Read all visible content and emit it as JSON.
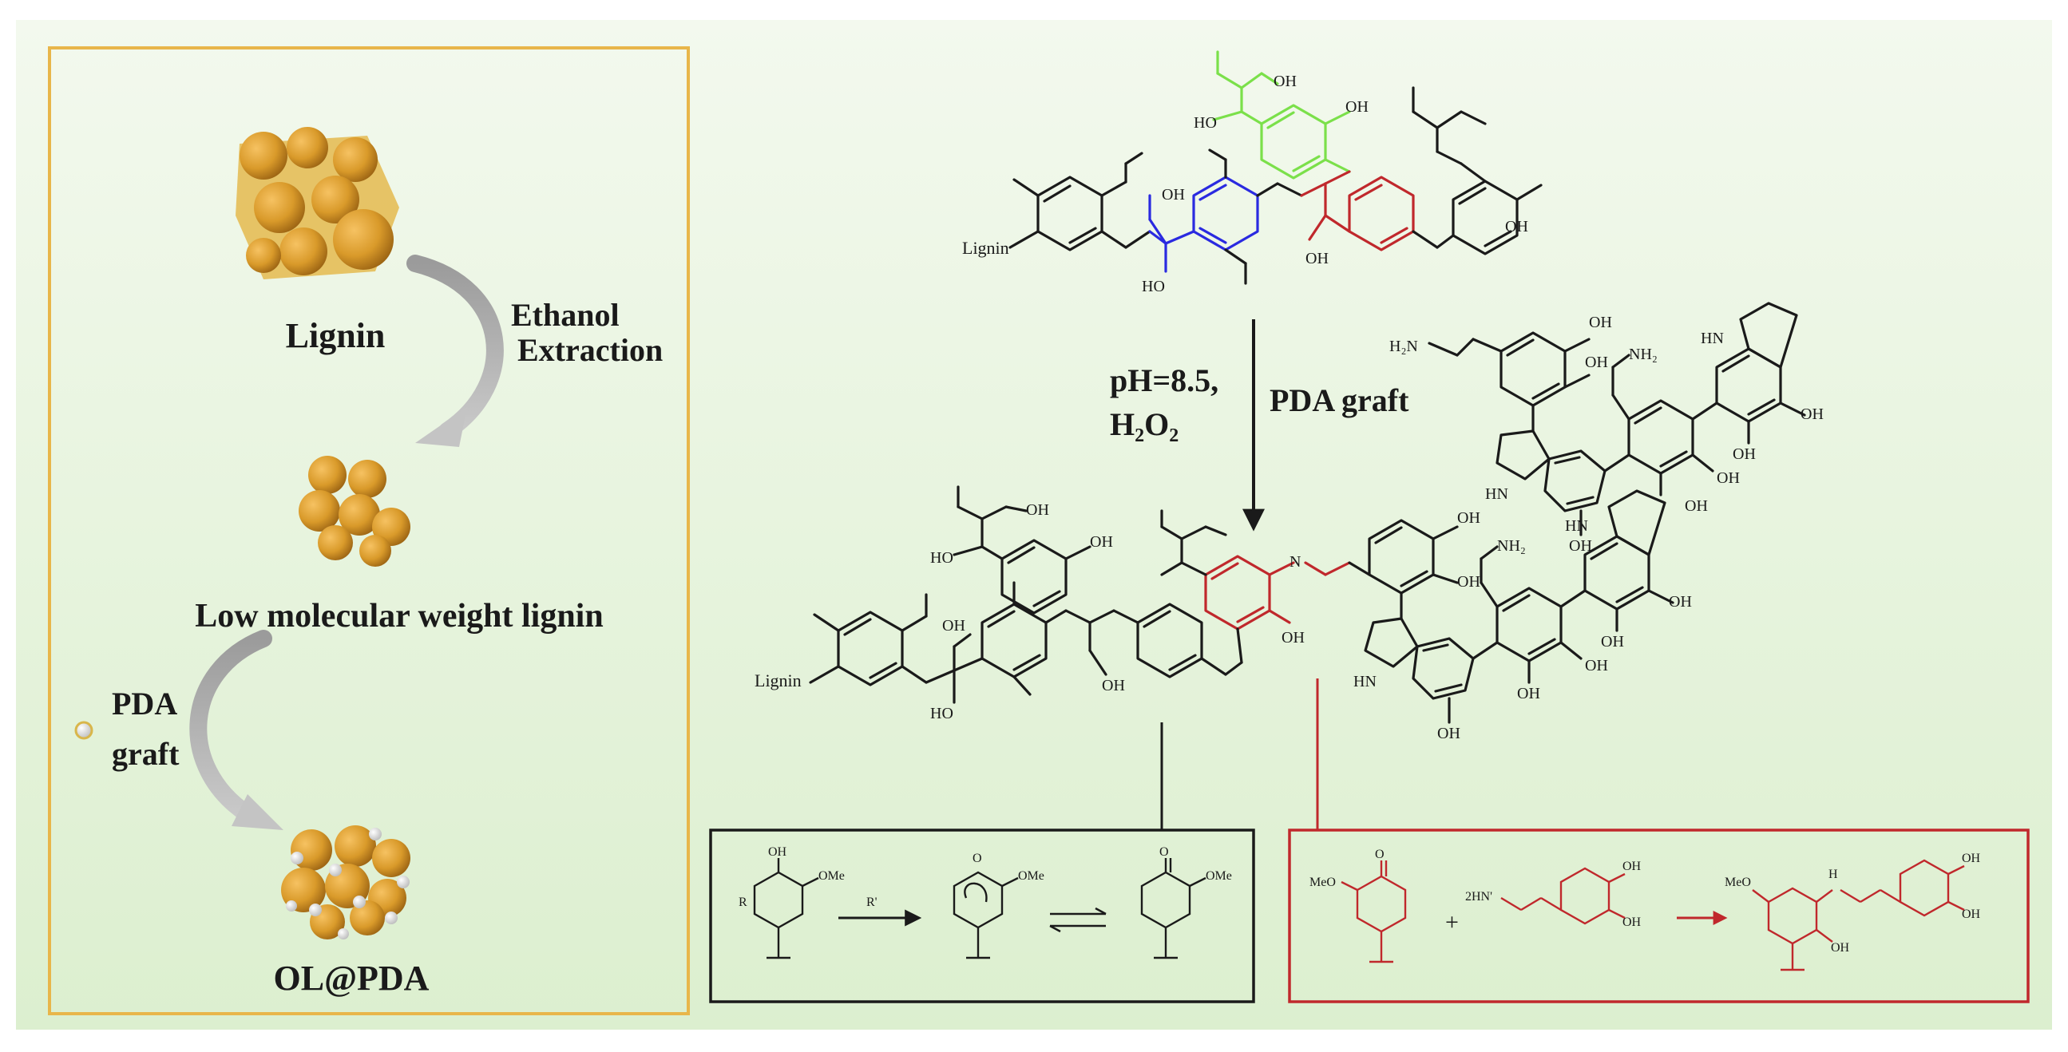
{
  "left_panel": {
    "lignin_label": "Lignin",
    "step1_label_line1": "Ethanol",
    "step1_label_line2": "Extraction",
    "lmw_label": "Low molecular weight lignin",
    "step2_label_line1": "PDA",
    "step2_label_line2": "graft",
    "product_label": "OL@PDA"
  },
  "scheme": {
    "condition_line1": "pH=8.5,",
    "condition_line2": "H₂O₂",
    "reaction_label": "PDA graft",
    "atom_labels": {
      "oh": "OH",
      "ho": "HO",
      "lignin": "Lignin",
      "h2n": "H₂N",
      "nh2": "NH₂",
      "hn": "HN",
      "n": "N",
      "ome": "OMe",
      "meo": "MeO",
      "r_rad": "R'",
      "hn_rad": "2HN'",
      "h": "H",
      "o_rad": "O",
      "o": "O",
      "r": "R",
      "plus": "+"
    }
  },
  "colors": {
    "panel_border": "#e8b64a",
    "background_top": "#f3f9ee",
    "background_bottom": "#dcefcf",
    "green_unit": "#7be04a",
    "blue_unit": "#2a2ae0",
    "red_unit": "#c0282c",
    "ink": "#1a1a1a",
    "particle": "#d99a2a",
    "particle_dark": "#b57a1a"
  }
}
